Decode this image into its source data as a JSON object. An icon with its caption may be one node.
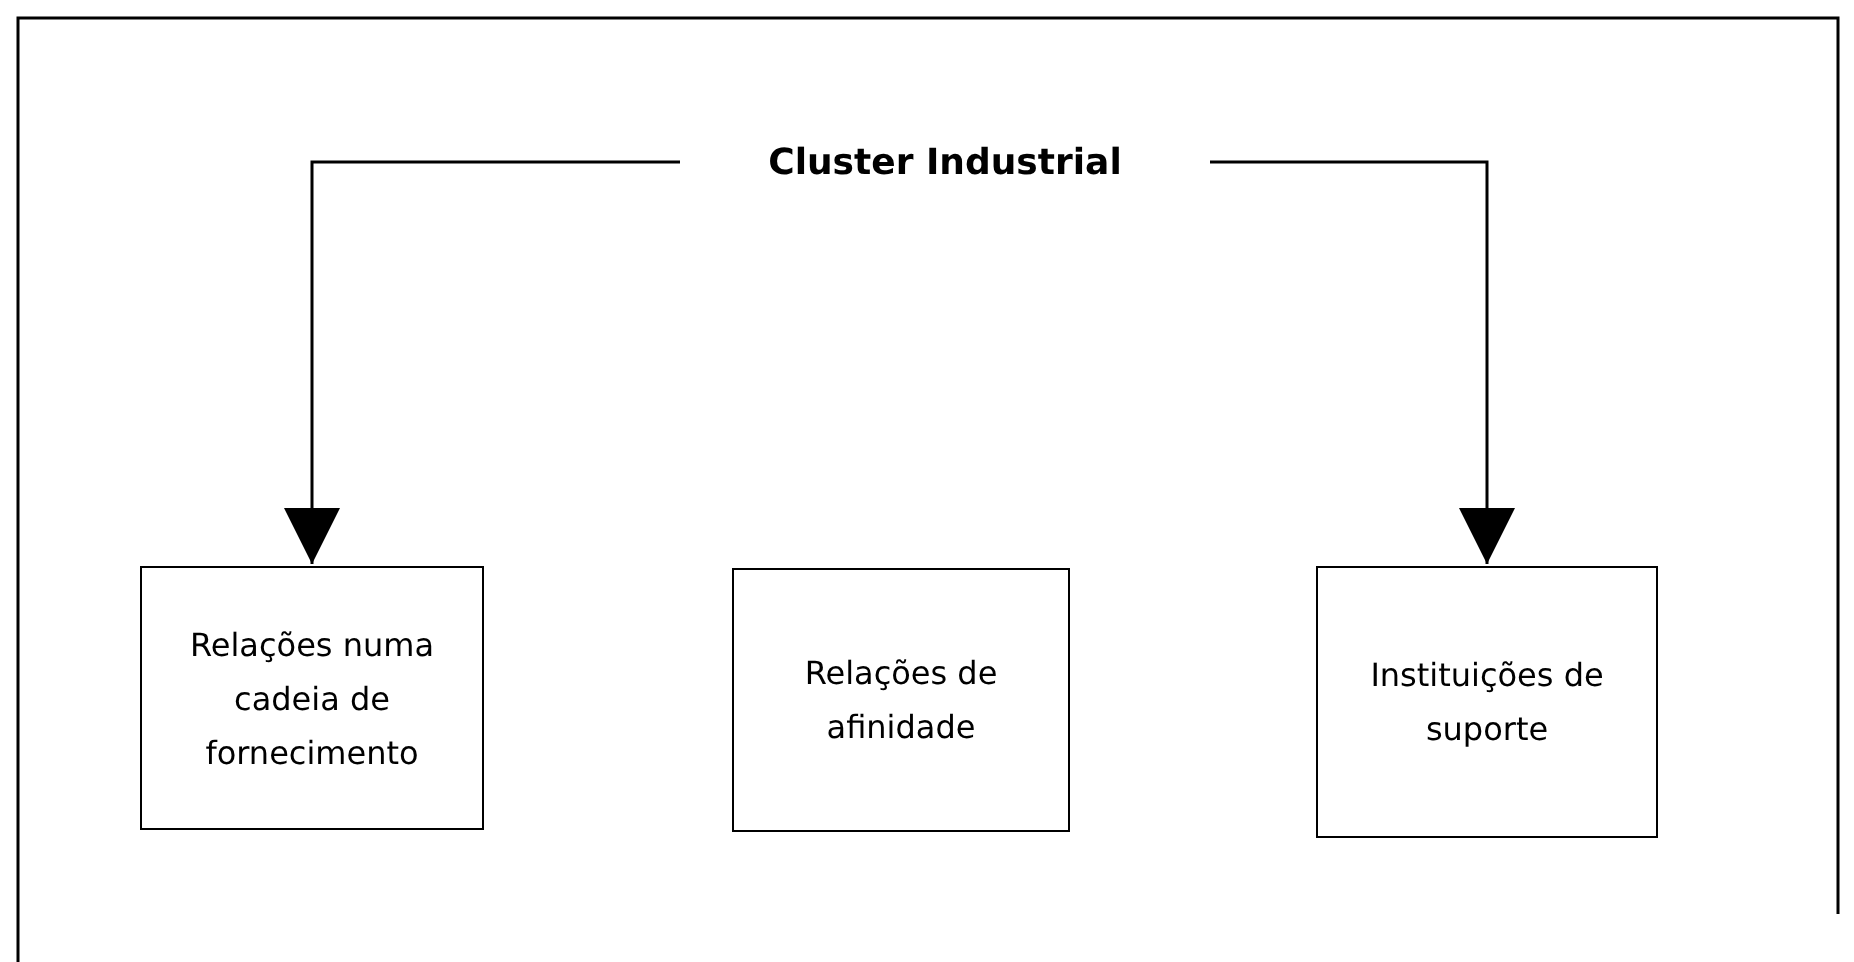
{
  "diagram": {
    "nodes": [
      {
        "text": [
          "Cluster Industrial"
        ]
      },
      {
        "text": [
          "Relações numa cadeia de fornecimento"
        ]
      },
      {
        "text": [
          "Relações de afinidade"
        ]
      },
      {
        "text": [
          "Instituições de suporte"
        ]
      }
    ],
    "edges": [
      {
        "from": 0,
        "to": 1,
        "arrow": "to"
      },
      {
        "from": 0,
        "to": 3,
        "arrow": "to"
      }
    ]
  }
}
